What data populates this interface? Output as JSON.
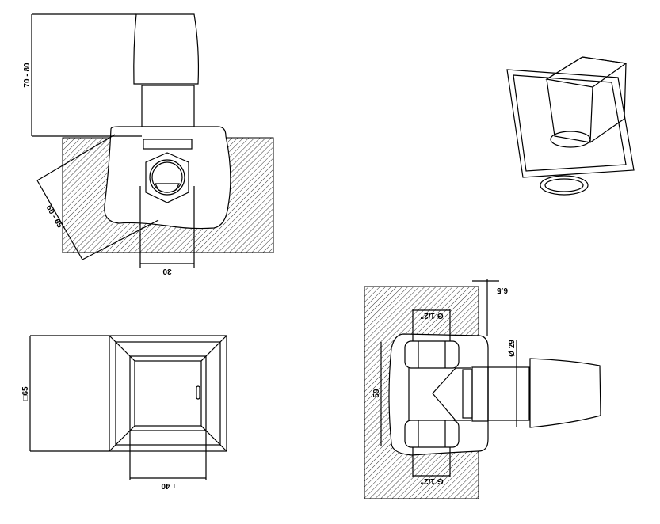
{
  "dimensions": {
    "height_range": "70 - 80",
    "diagonal": "60 - 65",
    "width_30": "30",
    "square_65": "□65",
    "square_40": "□40",
    "depth_59": "59",
    "thread_top": "G 1/2\"",
    "thread_bottom": "G 1/2\"",
    "diameter": "Ø 29",
    "offset": "6.5"
  }
}
